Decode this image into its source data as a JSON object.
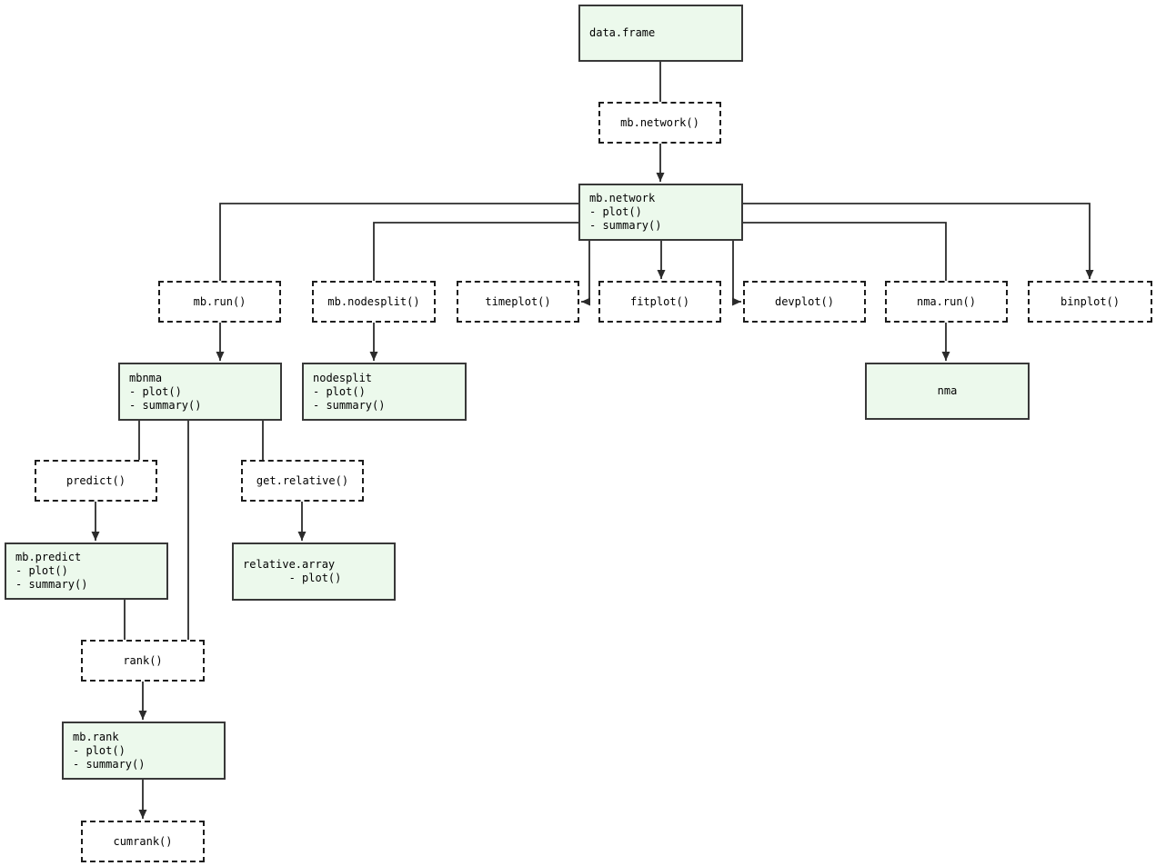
{
  "colors": {
    "background": "#ffffff",
    "node_fill_green": "#ecf9ec",
    "node_border": "#383838",
    "dashed_border": "#1c1c1c",
    "edge": "#2b2b2b",
    "text": "#000000"
  },
  "nodes": {
    "data_frame": {
      "label": "data.frame"
    },
    "mb_network_fn": {
      "label": "mb.network()"
    },
    "mb_network": {
      "label": "mb.network\n- plot()\n- summary()"
    },
    "mb_run_fn": {
      "label": "mb.run()"
    },
    "mb_nodesplit_fn": {
      "label": "mb.nodesplit()"
    },
    "timeplot_fn": {
      "label": "timeplot()"
    },
    "fitplot_fn": {
      "label": "fitplot()"
    },
    "devplot_fn": {
      "label": "devplot()"
    },
    "nma_run_fn": {
      "label": "nma.run()"
    },
    "binplot_fn": {
      "label": "binplot()"
    },
    "mbnma": {
      "label": "mbnma\n- plot()\n- summary()"
    },
    "nodesplit": {
      "label": "nodesplit\n- plot()\n- summary()"
    },
    "nma": {
      "label": "nma"
    },
    "predict_fn": {
      "label": "predict()"
    },
    "get_relative_fn": {
      "label": "get.relative()"
    },
    "mb_predict": {
      "label": "mb.predict\n- plot()\n- summary()"
    },
    "relative_array": {
      "label": "relative.array\n       - plot()"
    },
    "rank_fn": {
      "label": "rank()"
    },
    "mb_rank": {
      "label": "mb.rank\n- plot()\n- summary()"
    },
    "cumrank_fn": {
      "label": "cumrank()"
    }
  }
}
